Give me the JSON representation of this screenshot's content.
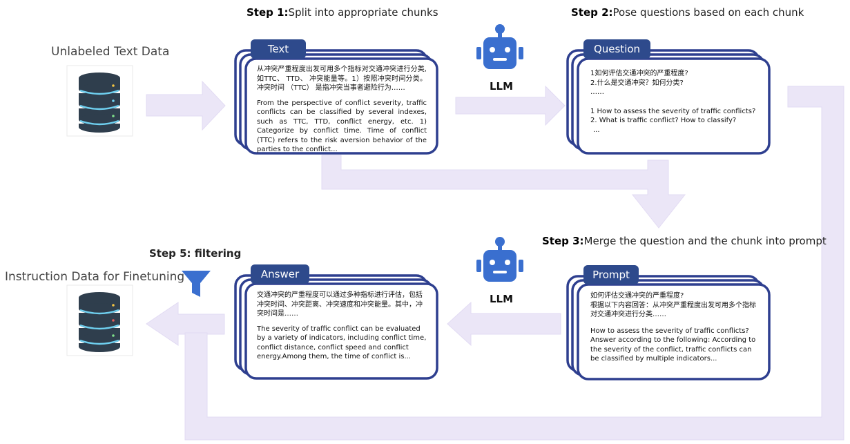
{
  "steps": {
    "step1_label": "Step 1:",
    "step1_text": "Split into appropriate chunks",
    "step2_label": "Step 2:",
    "step2_text": "Pose questions based on each chunk",
    "step3_label": "Step 3:",
    "step3_text": "Merge the question and the chunk into prompt",
    "step5_text": "Step 5: filtering"
  },
  "labels": {
    "unlabeled": "Unlabeled Text Data",
    "instruction": "Instruction Data for Finetuning",
    "llm_top": "LLM",
    "llm_bottom": "LLM"
  },
  "cards": {
    "text": {
      "title": "Text",
      "zh": "从冲突严重程度出发可用多个指标对交通冲突进行分类,如TTC、 TTD、 冲突能量等。1）按照冲突时间分类。 冲突时间 （TTC） 是指冲突当事者避险行为……",
      "en": "From the perspective of conflict severity, traffic conflicts can be classified by several indexes, such as TTC, TTD, conflict energy, etc. 1) Categorize by conflict time. Time of conflict (TTC) refers to the risk aversion behavior of the parties to the conflict..."
    },
    "question": {
      "title": "Question",
      "zh1": "1如何评估交通冲突的严重程度?",
      "zh2": "2.什么是交通冲突？如何分类?",
      "zh3": "……",
      "en1": "1 How to assess the severity of traffic conflicts?",
      "en2": "2. What is traffic conflict? How to classify?",
      "en3": "..."
    },
    "answer": {
      "title": "Answer",
      "zh": "交通冲突的严重程度可以通过多种指标进行评估，包括冲突时间、冲突距离、冲突速度和冲突能量。其中，冲突时间是……",
      "en": "The severity of traffic conflict can be evaluated by a variety of indicators, including conflict time, conflict distance, conflict speed and conflict energy.Among them, the time of conflict is..."
    },
    "prompt": {
      "title": "Prompt",
      "zh1": "如何评估交通冲突的严重程度?",
      "zh2": "根据以下内容回答：从冲突严重程度出发可用多个指标对交通冲突进行分类……",
      "en1": "How to assess the severity of traffic conflicts?",
      "en2": "Answer according to the following: According to the severity of the conflict, traffic conflicts can be classified by multiple indicators..."
    }
  },
  "colors": {
    "card_border": "#2e3f8f",
    "tab_fill": "#2e4a8c",
    "arrow_fill": "#ebe6f7",
    "arrow_stroke": "#e2dbf3",
    "robot": "#3a6fcf",
    "db_body": "#2f3e4d",
    "db_ring": "#6fd0f0"
  }
}
